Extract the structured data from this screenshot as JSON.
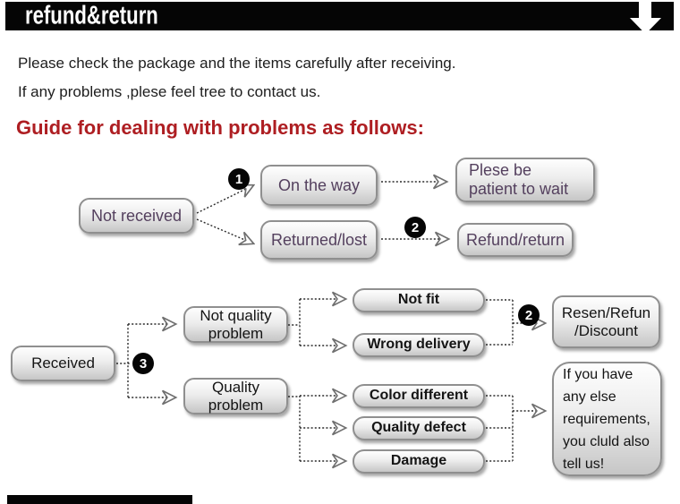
{
  "header": {
    "title": "refund&return",
    "down_arrow_icon": "down-arrow"
  },
  "intro": {
    "line1": "Please check the package and the items carefully after receiving.",
    "line2": "If any problems ,plese feel tree to contact us."
  },
  "guide_heading": "Guide for dealing with problems as follows:",
  "badges": {
    "one": "1",
    "two": "2",
    "three": "3"
  },
  "flow1": {
    "nodes": {
      "not_received": "Not received",
      "on_the_way": "On the way",
      "returned_lost": "Returned/lost",
      "be_patient": "Plese be\npatient to wait",
      "refund_return": "Refund/return"
    }
  },
  "flow2": {
    "nodes": {
      "received": "Received",
      "not_quality": "Not quality\nproblem",
      "quality": "Quality\nproblem",
      "not_fit": "Not fit",
      "wrong_delivery": "Wrong delivery",
      "color_different": "Color different",
      "quality_defect": "Quality defect",
      "damage": "Damage",
      "resend": "Resen/Refun\n/Discount",
      "any_else": "If you have\nany else\nrequirements,\nyou cluld also\ntell us!"
    }
  },
  "colors": {
    "bar_black": "#050505",
    "heading_red": "#ae1e22",
    "node_text_purple": "#54405e",
    "node_border_gray": "#8f8f8f"
  }
}
